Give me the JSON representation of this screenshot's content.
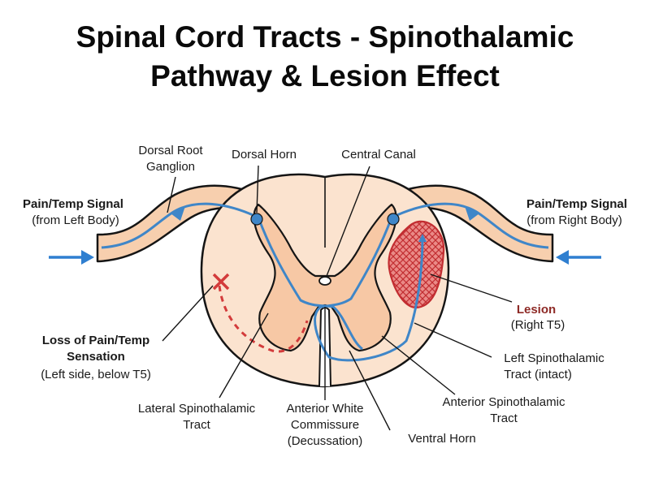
{
  "title": {
    "line1": "Spinal Cord Tracts - Spinothalamic",
    "line2": "Pathway & Lesion Effect"
  },
  "colors": {
    "tissue": "#f7cfae",
    "tissue_light": "#fbe3cf",
    "outline": "#151515",
    "pathway": "#3f86c8",
    "arrow": "#2f7fd0",
    "lesion": "#d9474b",
    "lesion_text": "#8e2a26",
    "loss": "#d33b3b"
  },
  "labels": {
    "dorsal_root_ganglion_1": "Dorsal Root",
    "dorsal_root_ganglion_2": "Ganglion",
    "dorsal_horn": "Dorsal Horn",
    "central_canal": "Central Canal",
    "signal_left_title": "Pain/Temp Signal",
    "signal_left_sub": "(from Left Body)",
    "signal_right_title": "Pain/Temp Signal",
    "signal_right_sub": "(from Right Body)",
    "lesion_title": "Lesion",
    "lesion_sub": "(Right T5)",
    "loss_1": "Loss of Pain/Temp",
    "loss_2": "Sensation",
    "loss_3": "(Left side, below T5)",
    "left_stt_1": "Left Spinothalamic",
    "left_stt_2": "Tract (intact)",
    "ant_stt_1": "Anterior Spinothalamic",
    "ant_stt_2": "Tract",
    "lateral_stt_1": "Lateral Spinothalamic",
    "lateral_stt_2": "Tract",
    "awc_1": "Anterior White",
    "awc_2": "Commissure",
    "awc_3": "(Decussation)",
    "ventral_horn": "Ventral Horn"
  }
}
